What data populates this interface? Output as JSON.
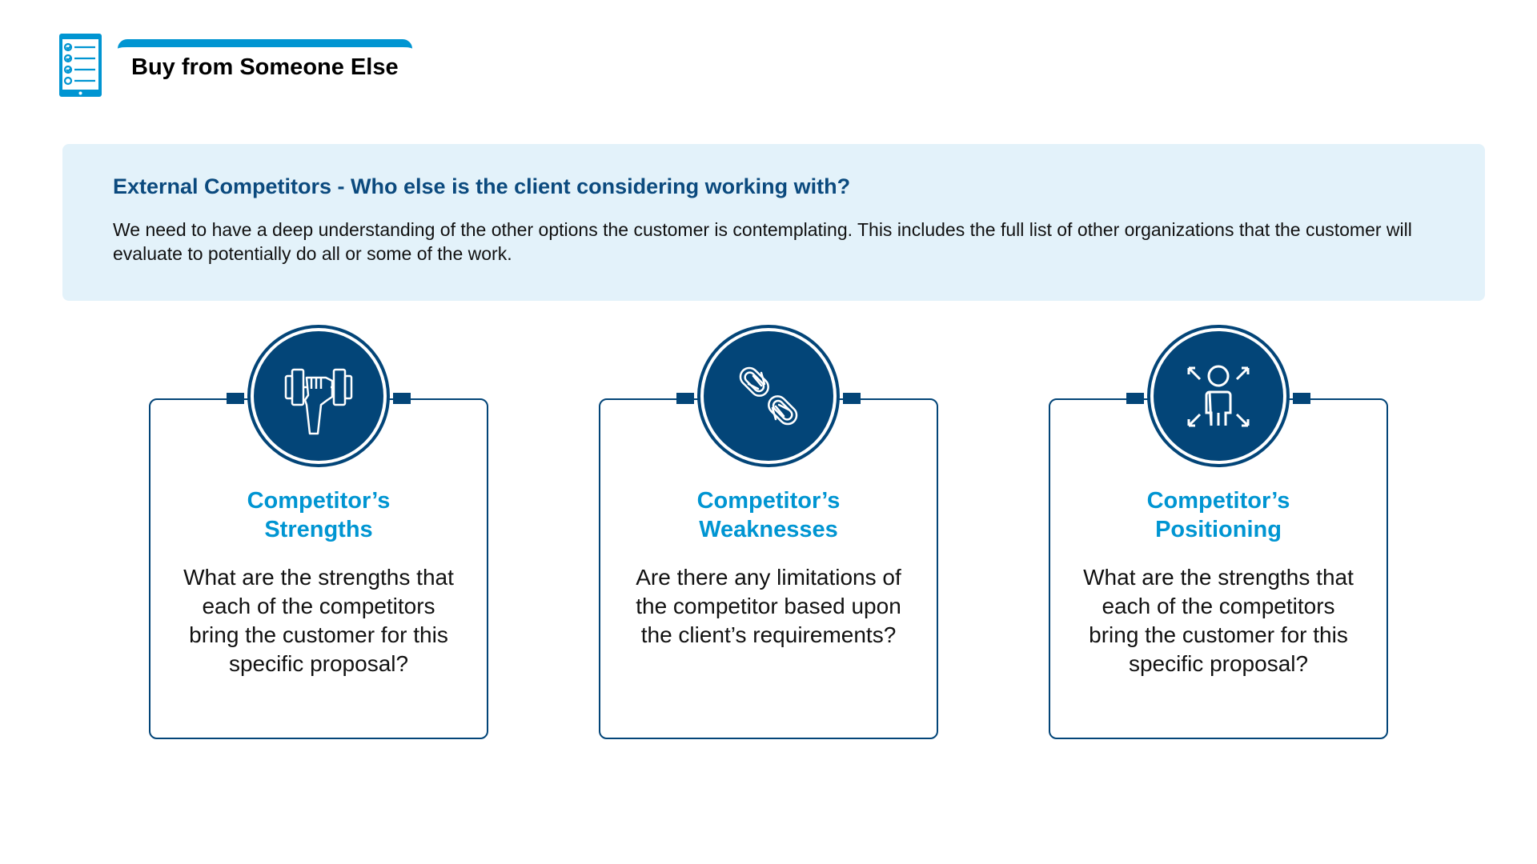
{
  "page": {
    "title": "Buy from Someone Else",
    "icon": "checklist-tablet-icon"
  },
  "intro": {
    "heading": "External Competitors - Who else is the client considering working with?",
    "body": "We need to have a deep understanding of the other options the customer is contemplating. This includes the full list of other organizations that the customer will evaluate to potentially do all or some of the work."
  },
  "cards": [
    {
      "icon": "dumbbell-icon",
      "title_line1": "Competitor’s",
      "title_line2": "Strengths",
      "body": "What are the strengths that each of the competitors bring the customer for this specific proposal?"
    },
    {
      "icon": "broken-chain-icon",
      "title_line1": "Competitor’s",
      "title_line2": "Weaknesses",
      "body": "Are there any limitations of the competitor based upon the client’s requirements?"
    },
    {
      "icon": "person-expand-icon",
      "title_line1": "Competitor’s",
      "title_line2": "Positioning",
      "body": "What are the strengths that each of the competitors bring the customer for this specific proposal?"
    }
  ],
  "colors": {
    "navy": "#034578",
    "accent": "#0095d2",
    "panel": "#e3f2fa"
  }
}
